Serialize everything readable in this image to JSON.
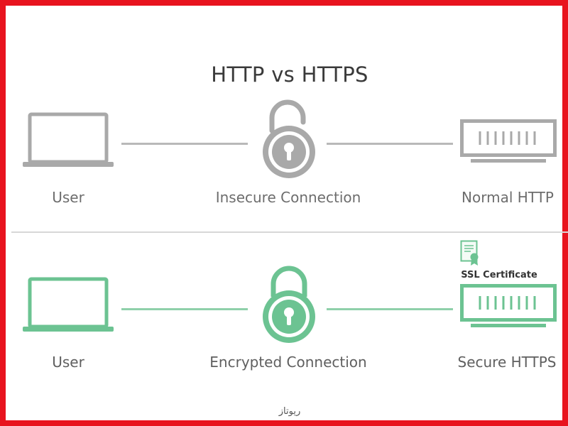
{
  "title": "HTTP vs HTTPS",
  "colors": {
    "frame": "#e8141e",
    "insecure": "#a9a9a9",
    "secure": "#6cc392",
    "text": "#6d6d6d"
  },
  "http_row": {
    "user_label": "User",
    "connection_label": "Insecure Connection",
    "server_label": "Normal HTTP",
    "icons": [
      "laptop-icon",
      "open-padlock-icon",
      "server-icon"
    ]
  },
  "https_row": {
    "user_label": "User",
    "connection_label": "Encrypted Connection",
    "server_label": "Secure HTTPS",
    "certificate_label": "SSL Certificate",
    "icons": [
      "laptop-icon",
      "closed-padlock-icon",
      "server-icon",
      "certificate-icon"
    ]
  },
  "watermark": "ریوتاز"
}
